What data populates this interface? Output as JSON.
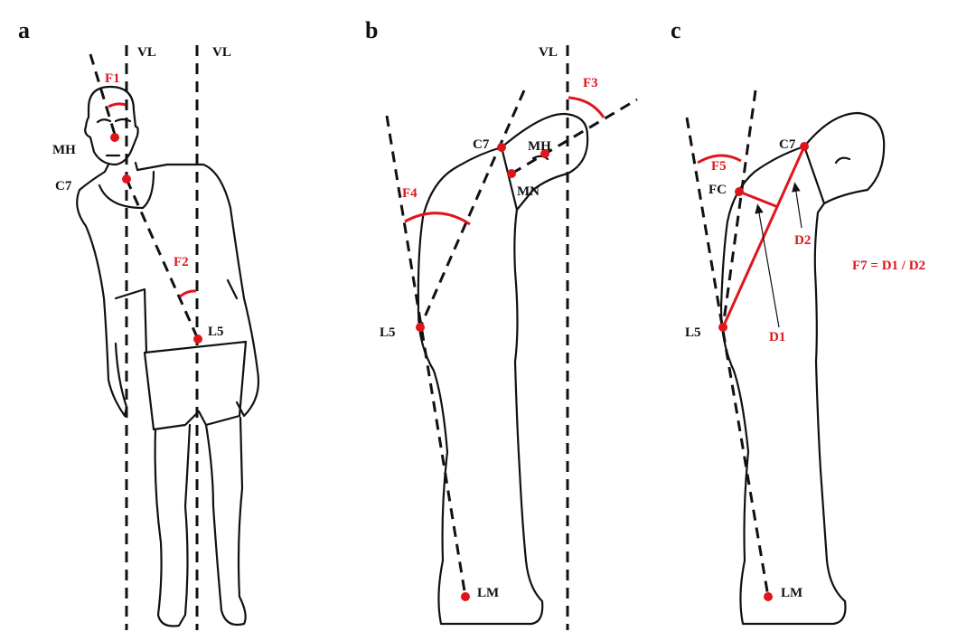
{
  "panels": {
    "a": {
      "letter": "a",
      "vl_left": "VL",
      "vl_right": "VL",
      "f1": "F1",
      "f2": "F2",
      "mh": "MH",
      "c7": "C7",
      "l5": "L5"
    },
    "b": {
      "letter": "b",
      "vl": "VL",
      "f3": "F3",
      "f4": "F4",
      "c7": "C7",
      "mh": "MH",
      "mn": "MN",
      "l5": "L5",
      "lm": "LM"
    },
    "c": {
      "letter": "c",
      "f5": "F5",
      "c7": "C7",
      "fc": "FC",
      "l5": "L5",
      "lm": "LM",
      "d1": "D1",
      "d2": "D2",
      "formula": "F7 = D1 / D2"
    }
  },
  "colors": {
    "accent": "#e0151b",
    "line": "#111111"
  }
}
